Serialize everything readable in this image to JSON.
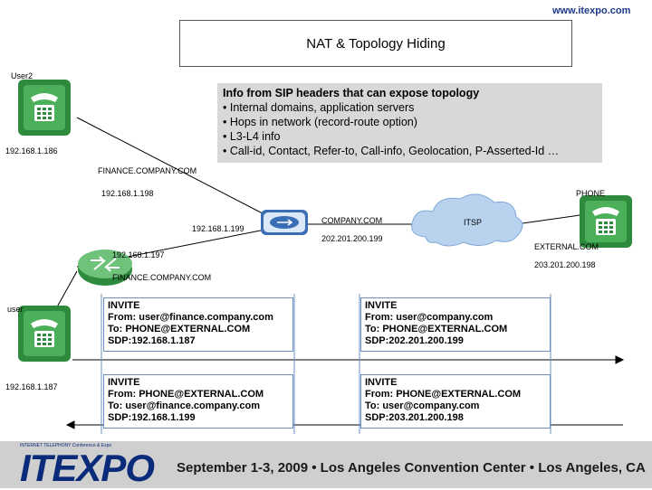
{
  "header": {
    "url": "www.itexpo.com",
    "title": "NAT & Topology Hiding"
  },
  "info": {
    "heading": "Info from SIP headers that can expose topology",
    "bullets": [
      "• Internal domains, application servers",
      "• Hops in network (record-route option)",
      "• L3-L4 info",
      "• Call-id, Contact, Refer-to, Call-info, Geolocation, P-Asserted-Id …"
    ]
  },
  "labels": {
    "user2": "User2",
    "user2_ip": "192.168.1.186",
    "finance_top": "FINANCE.COMPANY.COM",
    "ip_198": "192.168.1.198",
    "ip_199": "192.168.1.199",
    "company": "COMPANY.COM",
    "company_ip": "202.201.200.199",
    "itsp": "ITSP",
    "phone": "PHONE",
    "external": "EXTERNAL.COM",
    "external_ip": "203.201.200.198",
    "ip_197": "192.168.1.197",
    "finance_bottom": "FINANCE.COMPANY.COM",
    "user": "user",
    "user_ip": "192.168.1.187"
  },
  "messages": {
    "m1": [
      "INVITE",
      "From: user@finance.company.com",
      "To: PHONE@EXTERNAL.COM",
      "SDP:192.168.1.187"
    ],
    "m2": [
      "INVITE",
      "From: user@company.com",
      "To: PHONE@EXTERNAL.COM",
      "SDP:202.201.200.199"
    ],
    "m3": [
      "INVITE",
      "From: PHONE@EXTERNAL.COM",
      "To: user@finance.company.com",
      "SDP:192.168.1.199"
    ],
    "m4": [
      "INVITE",
      "From: PHONE@EXTERNAL.COM",
      "To: user@company.com",
      "SDP:203.201.200.198"
    ]
  },
  "footer": {
    "logo": "ITEXPO",
    "logo_tagline": "INTERNET TELEPHONY Conference & Expo",
    "event": "September 1-3, 2009  •  Los Angeles Convention Center  •  Los Angeles, CA"
  },
  "colors": {
    "phone_green": "#2e8b3e",
    "cloud_blue": "#b9d3ef",
    "router_blue": "#3a6fb5",
    "msg_border": "#6b8fc4"
  }
}
